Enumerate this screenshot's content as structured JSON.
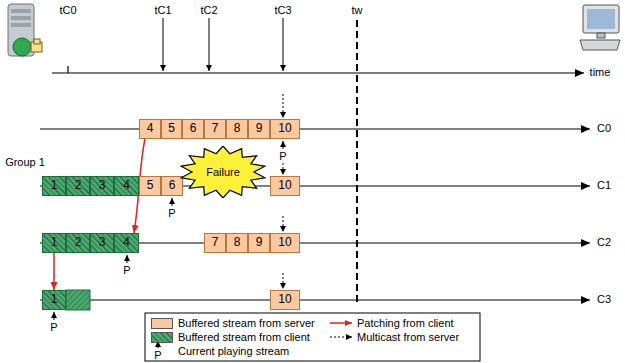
{
  "diagram": {
    "nodes": [
      {
        "text": [
          "4"
        ]
      },
      {
        "text": [
          "5"
        ]
      },
      {
        "text": [
          "6"
        ]
      },
      {
        "text": [
          "7"
        ]
      },
      {
        "text": [
          "8"
        ]
      },
      {
        "text": [
          "9"
        ]
      },
      {
        "text": [
          "10"
        ]
      },
      {
        "text": [
          "1"
        ]
      },
      {
        "text": [
          "2"
        ]
      },
      {
        "text": [
          "3"
        ]
      },
      {
        "text": [
          "4"
        ]
      },
      {
        "text": [
          "5"
        ]
      },
      {
        "text": [
          "6"
        ]
      },
      {
        "text": [
          "10"
        ]
      },
      {
        "text": [
          "Failure"
        ]
      },
      {
        "text": [
          "1"
        ]
      },
      {
        "text": [
          "2"
        ]
      },
      {
        "text": [
          "3"
        ]
      },
      {
        "text": [
          "4"
        ]
      },
      {
        "text": [
          "7"
        ]
      },
      {
        "text": [
          "8"
        ]
      },
      {
        "text": [
          "9"
        ]
      },
      {
        "text": [
          "10"
        ]
      },
      {
        "text": [
          "1"
        ]
      },
      {
        "text": [
          "10"
        ]
      }
    ],
    "edges": [
      {
        "from": 0,
        "to": 18,
        "arrow": "to"
      },
      {
        "from": 15,
        "to": 23,
        "arrow": "to"
      }
    ],
    "labels": [
      "tC0",
      "tC1",
      "tC2",
      "tC3",
      "tw",
      "time",
      "Group 1",
      "C0",
      "C1",
      "C2",
      "C3",
      "P",
      "P",
      "P",
      "P",
      "P"
    ],
    "legend": [
      {
        "text": "Buffered stream from server",
        "color": "#fbc9a0"
      },
      {
        "text": "Patching from client"
      },
      {
        "text": "Buffered stream from client",
        "color": "#4aa86e"
      },
      {
        "text": "Multicast from server"
      },
      {
        "text": "Current playing stream"
      }
    ]
  }
}
